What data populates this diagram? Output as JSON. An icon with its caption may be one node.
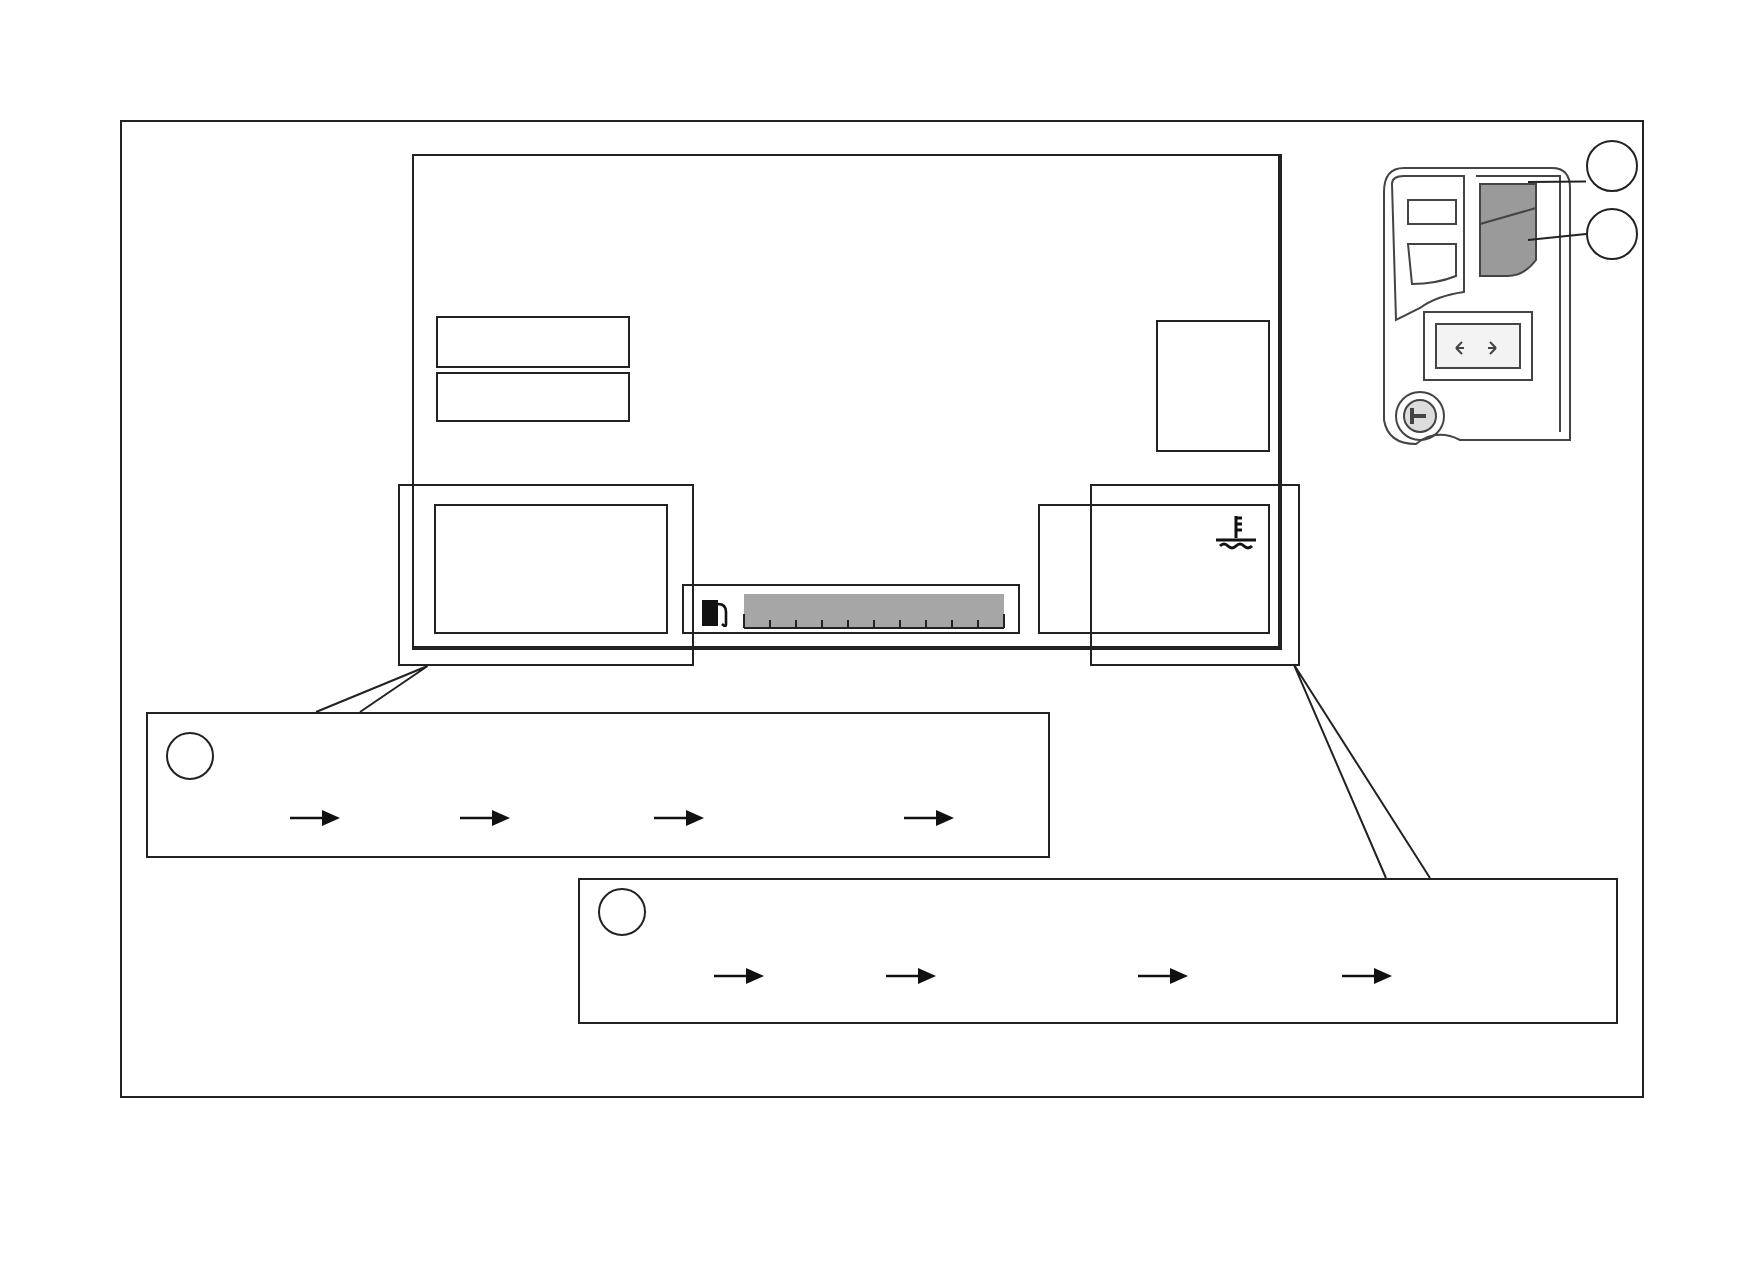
{
  "diagram": {
    "nodes": [
      {
        "text": [],
        "shape": "box"
      },
      {
        "text": [],
        "shape": "box",
        "in": 0
      },
      {
        "text": [],
        "shape": "box",
        "in": 0
      },
      {
        "text": [],
        "shape": "box",
        "in": 0
      },
      {
        "text": [],
        "shape": "box"
      },
      {
        "text": [],
        "shape": "box",
        "in": 4
      },
      {
        "text": [],
        "shape": "bar",
        "in": 0
      },
      {
        "text": [],
        "shape": "box",
        "in": 0
      },
      {
        "text": [],
        "shape": "box"
      },
      {
        "text": [],
        "shape": "box"
      },
      {
        "text": [],
        "shape": "circle",
        "in": 9
      },
      {
        "text": [],
        "shape": "box"
      },
      {
        "text": [],
        "shape": "circle",
        "in": 11
      },
      {
        "text": [],
        "shape": "picture"
      },
      {
        "text": [],
        "shape": "circle"
      },
      {
        "text": [],
        "shape": "circle"
      }
    ],
    "edges": [
      {
        "from": 9,
        "to": 4,
        "arrow": "none"
      },
      {
        "from": 11,
        "to": 8,
        "arrow": "none"
      },
      {
        "from": 14,
        "to": 13,
        "arrow": "none"
      },
      {
        "from": 15,
        "to": 13,
        "arrow": "none"
      }
    ]
  }
}
